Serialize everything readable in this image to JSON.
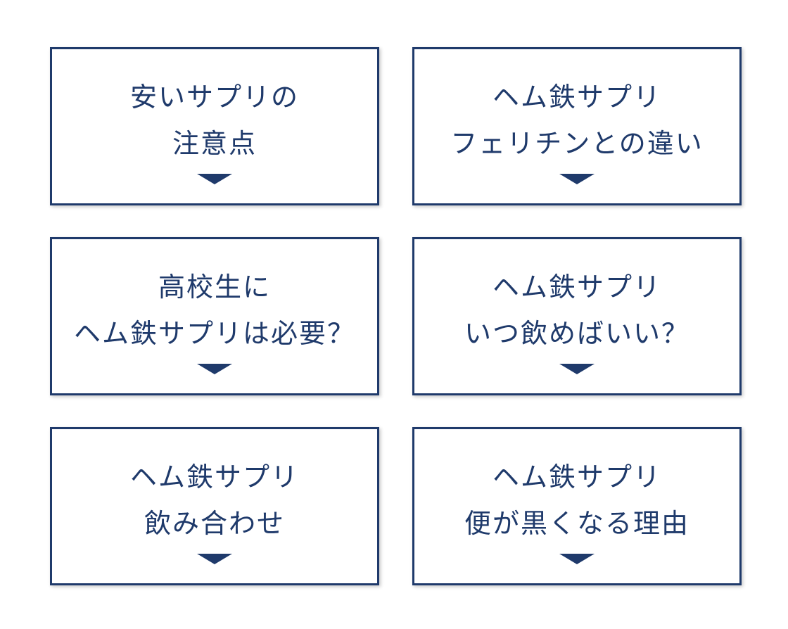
{
  "colors": {
    "accent": "#1f3a6b",
    "background": "#ffffff"
  },
  "cards": [
    {
      "line1": "安いサプリの",
      "line2": "注意点",
      "icon": "triangle-down-icon"
    },
    {
      "line1": "ヘム鉄サプリ",
      "line2": "フェリチンとの違い",
      "icon": "triangle-down-icon"
    },
    {
      "line1": "高校生に",
      "line2": "ヘム鉄サプリは必要？",
      "icon": "triangle-down-icon"
    },
    {
      "line1": "ヘム鉄サプリ",
      "line2": "いつ飲めばいい？",
      "icon": "triangle-down-icon"
    },
    {
      "line1": "ヘム鉄サプリ",
      "line2": "飲み合わせ",
      "icon": "triangle-down-icon"
    },
    {
      "line1": "ヘム鉄サプリ",
      "line2": "便が黒くなる理由",
      "icon": "triangle-down-icon"
    }
  ]
}
